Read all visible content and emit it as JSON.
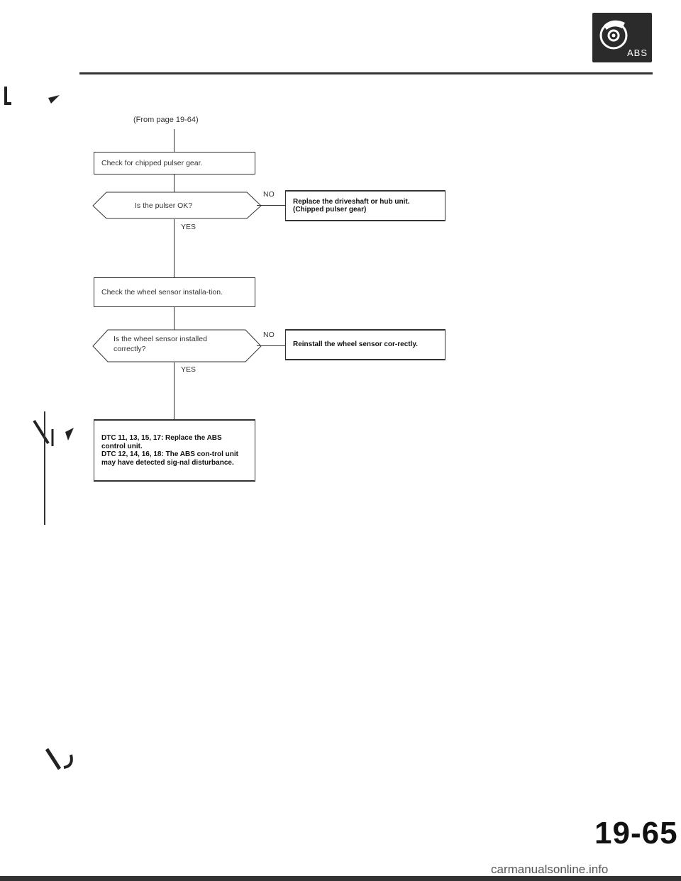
{
  "header": {
    "badge_label": "ABS",
    "badge_icon": "brake-disc-icon"
  },
  "flow": {
    "from_ref": "(From page 19-64)",
    "step1": "Check for chipped pulser gear.",
    "decision1": "Is the pulser OK?",
    "decision1_no_label": "NO",
    "decision1_yes_label": "YES",
    "action1": "Replace the driveshaft or hub unit. (Chipped pulser gear)",
    "step2": "Check the wheel sensor installa-tion.",
    "decision2_line1": "Is the wheel sensor installed",
    "decision2_line2": "correctly?",
    "decision2_no_label": "NO",
    "decision2_yes_label": "YES",
    "action2": "Reinstall the wheel sensor cor-rectly.",
    "final_line1": "DTC 11, 13, 15, 17: Replace the ABS control unit.",
    "final_line2": "DTC 12, 14, 16, 18: The ABS con-trol unit may have detected sig-nal disturbance."
  },
  "footer": {
    "page_number": "19-65",
    "watermark": "carmanualsonline.info"
  }
}
